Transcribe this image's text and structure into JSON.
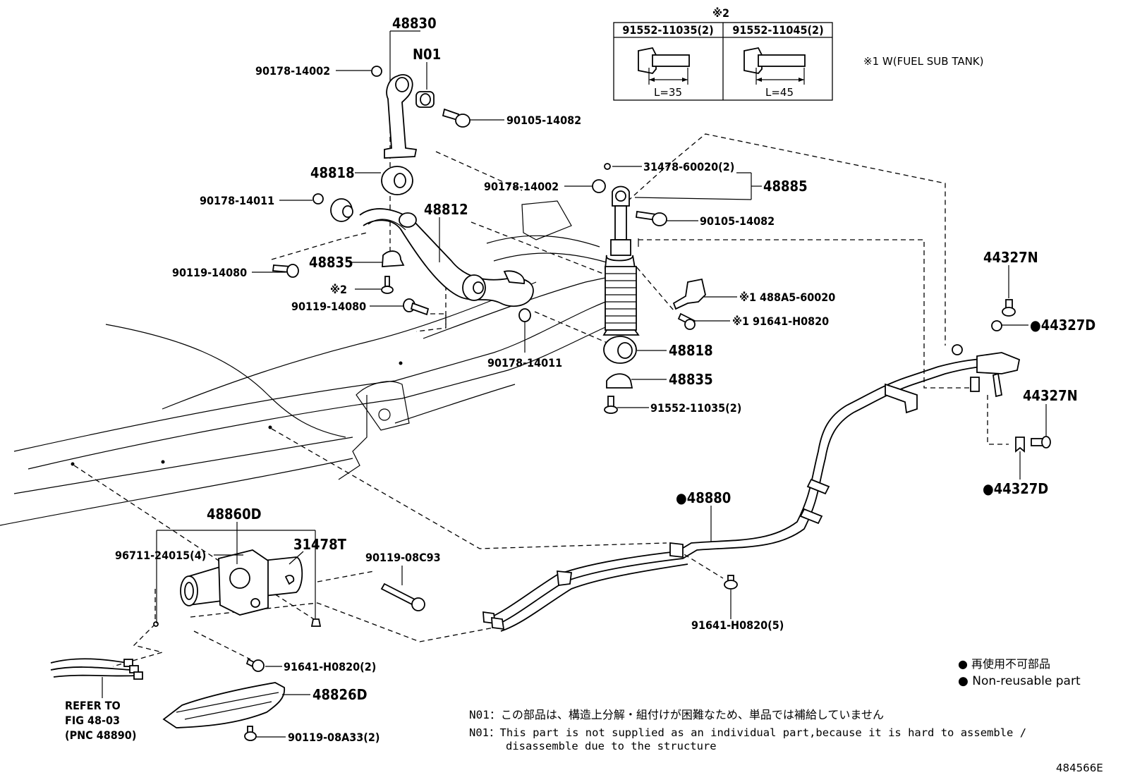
{
  "labels": {
    "p48830": "48830",
    "n01": "N01",
    "p90178_14002_a": "90178-14002",
    "p90105_14082_a": "90105-14082",
    "p48818_a": "48818",
    "p90178_14011_a": "90178-14011",
    "p48812": "48812",
    "p90178_14002_b": "90178-14002",
    "p31478": "31478-60020(2)",
    "p48885": "48885",
    "p90105_14082_b": "90105-14082",
    "p48835_a": "48835",
    "p90119_14080_a": "90119-14080",
    "mark2_a": "※2",
    "p90119_14080_b": "90119-14080",
    "p488a5": "※1 488A5-60020",
    "p91641_a": "※1 91641-H0820",
    "p48818_b": "48818",
    "p90178_14011_b": "90178-14011",
    "p48835_b": "48835",
    "p91552_11035": "91552-11035(2)",
    "p44327n_a": "44327N",
    "p44327d_a": "●44327D",
    "p44327n_b": "44327N",
    "p44327d_b": "●44327D",
    "p48880": "●48880",
    "p48860d": "48860D",
    "p96711": "96711-24015(4)",
    "p31478t": "31478T",
    "p90119_08c93": "90119-08C93",
    "p91641_5": "91641-H0820(5)",
    "p91641_2": "91641-H0820(2)",
    "p48826d": "48826D",
    "p90119_08a33": "90119-08A33(2)",
    "refer_1": "REFER TO",
    "refer_2": "FIG 48-03",
    "refer_3": "(PNC 48890)"
  },
  "bolt_table": {
    "mark": "※2",
    "col1": "91552-11035(2)",
    "col2": "91552-11045(2)",
    "len1": "L=35",
    "len2": "L=45"
  },
  "note1": "※1 W(FUEL SUB TANK)",
  "legend": {
    "jp": "● 再使用不可部品",
    "en": "● Non-reusable part"
  },
  "notes": {
    "jp": "N01：この部品は、構造上分解・組付けが困難なため、単品では補給していません",
    "en1": "N01：This part is not supplied as an individual part,because it is hard to assemble /",
    "en2": "disassemble due to the structure"
  },
  "figure_id": "484566E"
}
